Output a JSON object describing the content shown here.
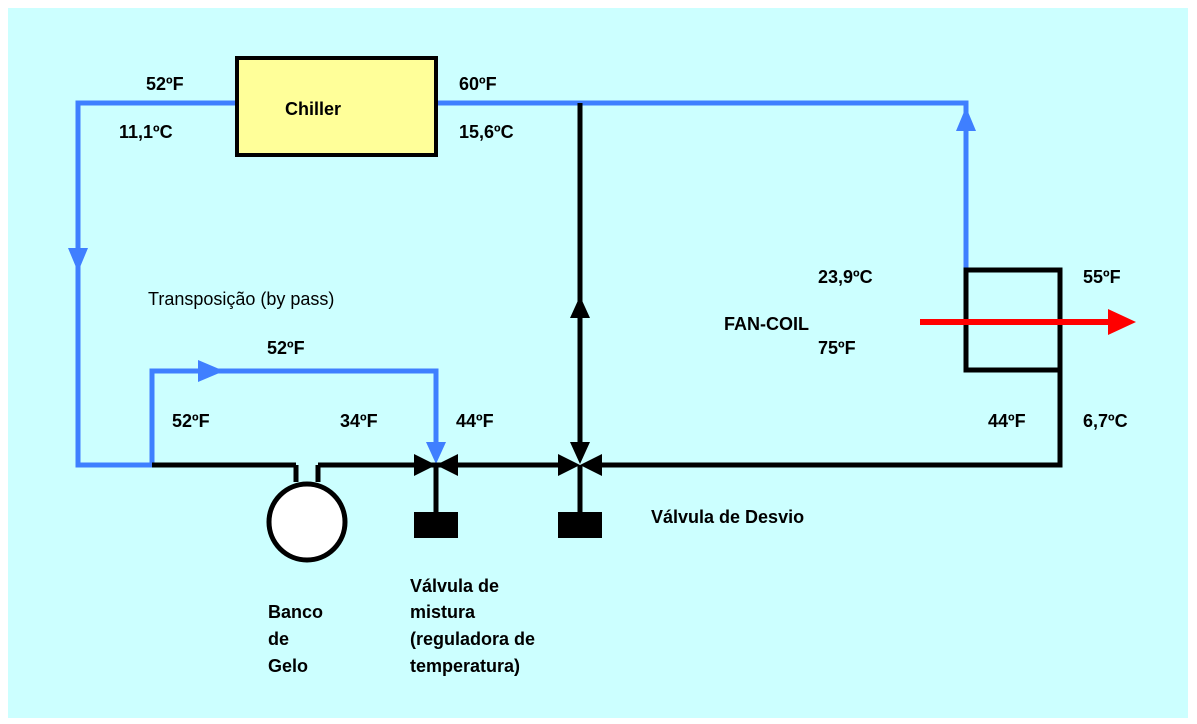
{
  "colors": {
    "background": "#ccffff",
    "pipe_blue": "#3f7fff",
    "pipe_black": "#000000",
    "arrow_red": "#ff0000",
    "chiller_fill": "#ffff99",
    "fan_coil_fill": "#ccffff",
    "ice_bank_fill": "#ffffff"
  },
  "chiller": {
    "label": "Chiller",
    "inlet_f": "52ºF",
    "inlet_c": "11,1ºC",
    "outlet_f": "60ºF",
    "outlet_c": "15,6ºC"
  },
  "bypass": {
    "label": "Transposição (by pass)",
    "temp_f": "52ºF",
    "branch_temp_f": "52ºF"
  },
  "ice_bank": {
    "label_lines": [
      "Banco",
      "de",
      "Gelo"
    ],
    "outlet_temp_f": "34ºF"
  },
  "mixing_valve": {
    "label_lines": [
      "Válvula de",
      "mistura",
      "(reguladora de",
      "temperatura)"
    ],
    "outlet_temp_f": "44ºF"
  },
  "diverting_valve": {
    "label": "Válvula de Desvio"
  },
  "fan_coil": {
    "label": "FAN-COIL",
    "air_in_c": "23,9ºC",
    "air_in_f": "75ºF",
    "air_out_f": "55ºF",
    "water_in_f": "44ºF",
    "water_in_c": "6,7ºC",
    "icon": "air-flow-arrow-icon"
  }
}
